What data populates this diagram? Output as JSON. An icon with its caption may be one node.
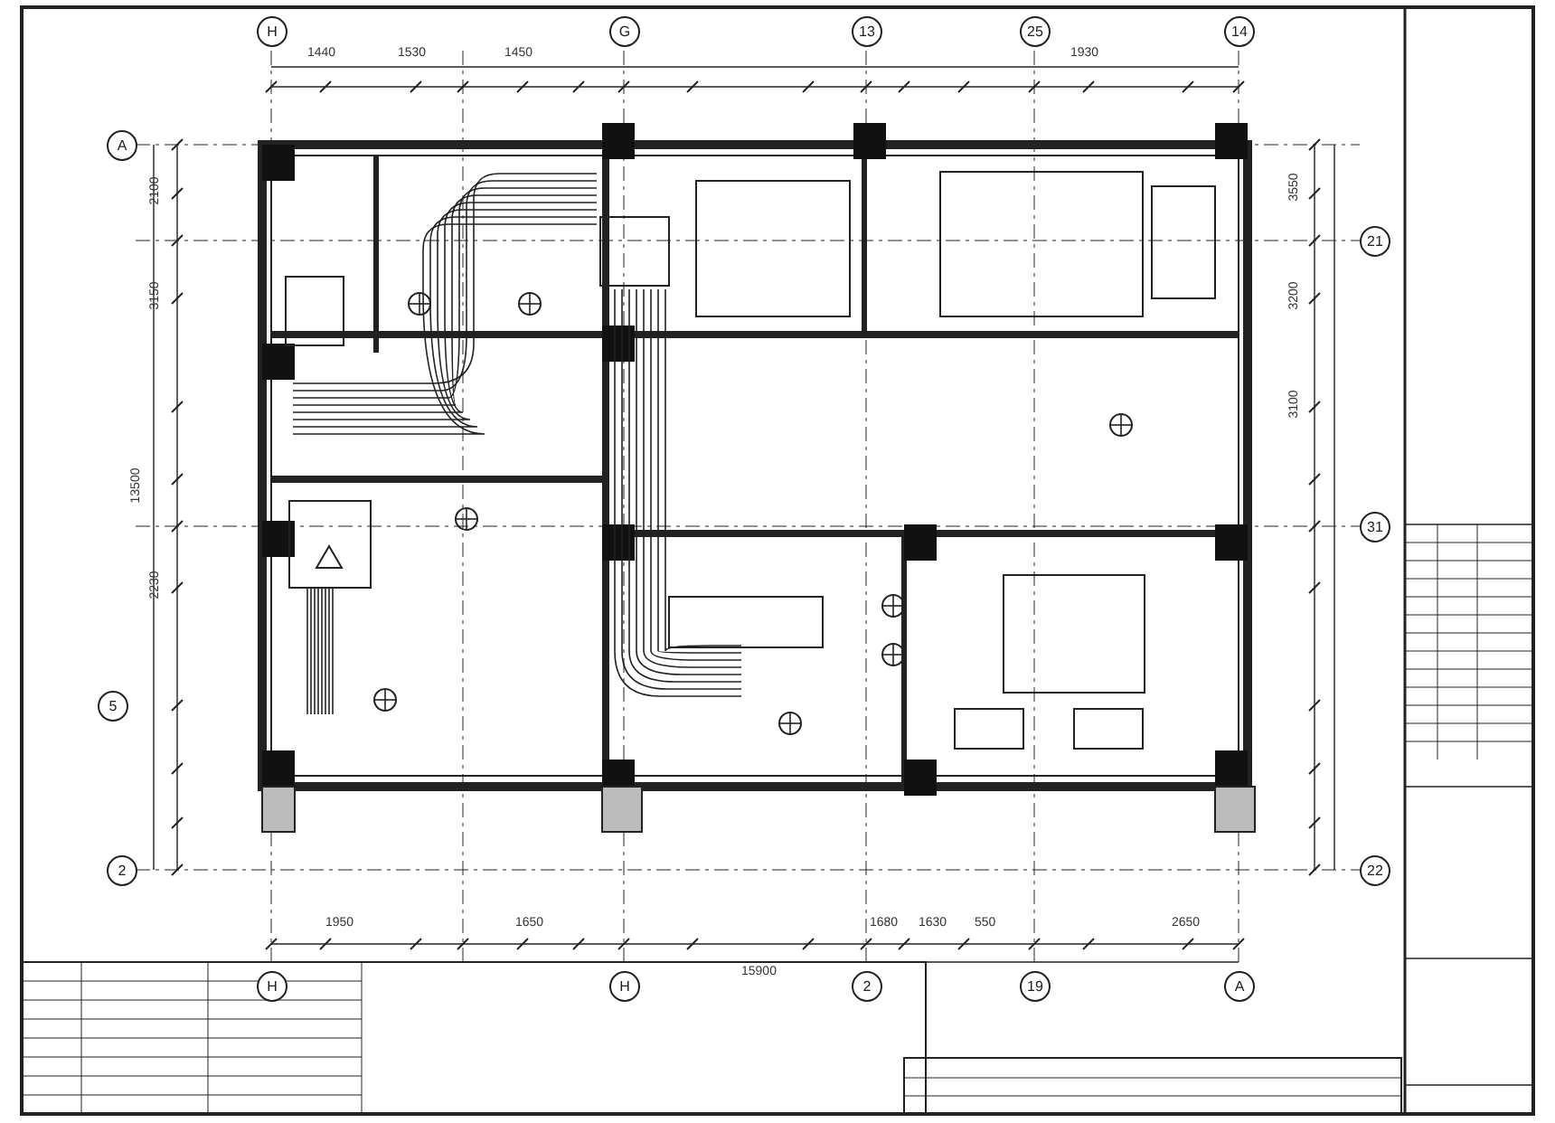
{
  "diagram": {
    "labels": [
      "H",
      "G",
      "13",
      "25",
      "14",
      "A",
      "5",
      "2",
      "21",
      "31",
      "22",
      "H",
      "H",
      "2",
      "19",
      "A",
      "1440",
      "1530",
      "1450",
      "1930",
      "2100",
      "3150",
      "13500",
      "2230",
      "3550",
      "3200",
      "3100",
      "1950",
      "1650",
      "1680",
      "1630",
      "550",
      "2650",
      "15900"
    ]
  }
}
